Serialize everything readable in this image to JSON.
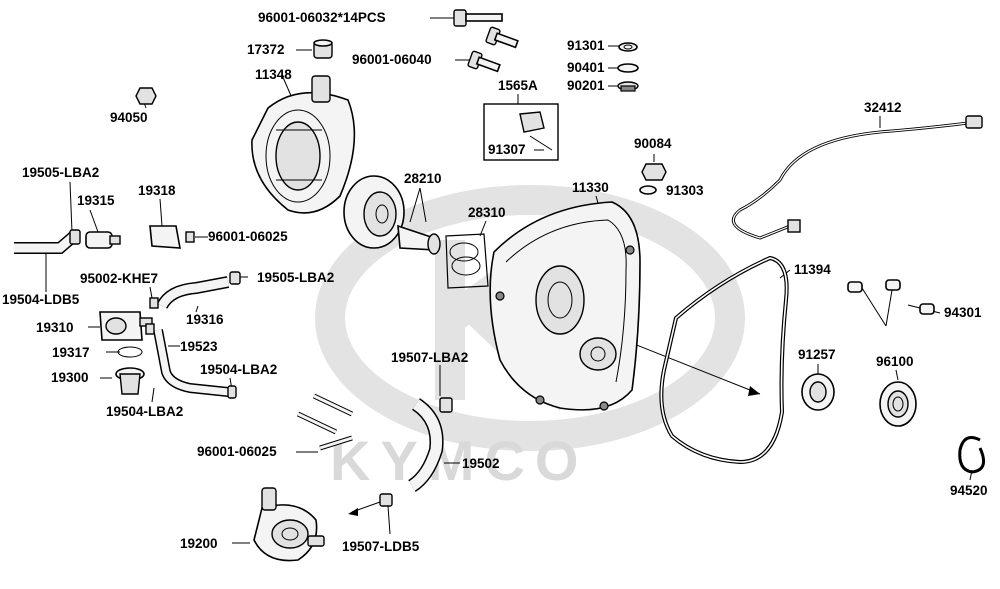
{
  "watermark": {
    "text": "KYMCO"
  },
  "parts": [
    {
      "id": "p1",
      "label": "96001-06032*14PCS"
    },
    {
      "id": "p2",
      "label": "17372"
    },
    {
      "id": "p3",
      "label": "11348"
    },
    {
      "id": "p4",
      "label": "96001-06040"
    },
    {
      "id": "p5",
      "label": "91301"
    },
    {
      "id": "p6",
      "label": "90401"
    },
    {
      "id": "p7",
      "label": "90201"
    },
    {
      "id": "p8",
      "label": "94050"
    },
    {
      "id": "p9",
      "label": "1565A"
    },
    {
      "id": "p10",
      "label": "91307"
    },
    {
      "id": "p11",
      "label": "32412"
    },
    {
      "id": "p12",
      "label": "90084"
    },
    {
      "id": "p13",
      "label": "91303"
    },
    {
      "id": "p14",
      "label": "19505-LBA2"
    },
    {
      "id": "p15",
      "label": "19315"
    },
    {
      "id": "p16",
      "label": "19318"
    },
    {
      "id": "p17",
      "label": "28210"
    },
    {
      "id": "p18",
      "label": "11330"
    },
    {
      "id": "p19",
      "label": "96001-06025"
    },
    {
      "id": "p20",
      "label": "28310"
    },
    {
      "id": "p21",
      "label": "19504-LDB5"
    },
    {
      "id": "p22",
      "label": "95002-KHE7"
    },
    {
      "id": "p23",
      "label": "19505-LBA2"
    },
    {
      "id": "p24",
      "label": "11394"
    },
    {
      "id": "p25",
      "label": "94301"
    },
    {
      "id": "p26",
      "label": "19310"
    },
    {
      "id": "p27",
      "label": "19316"
    },
    {
      "id": "p28",
      "label": "19317"
    },
    {
      "id": "p29",
      "label": "19523"
    },
    {
      "id": "p30",
      "label": "91257"
    },
    {
      "id": "p31",
      "label": "96100"
    },
    {
      "id": "p32",
      "label": "19507-LBA2"
    },
    {
      "id": "p33",
      "label": "19504-LBA2"
    },
    {
      "id": "p34",
      "label": "19300"
    },
    {
      "id": "p35",
      "label": "19504-LBA2"
    },
    {
      "id": "p36",
      "label": "96001-06025"
    },
    {
      "id": "p37",
      "label": "19502"
    },
    {
      "id": "p38",
      "label": "94520"
    },
    {
      "id": "p39",
      "label": "19200"
    },
    {
      "id": "p40",
      "label": "19507-LDB5"
    }
  ]
}
